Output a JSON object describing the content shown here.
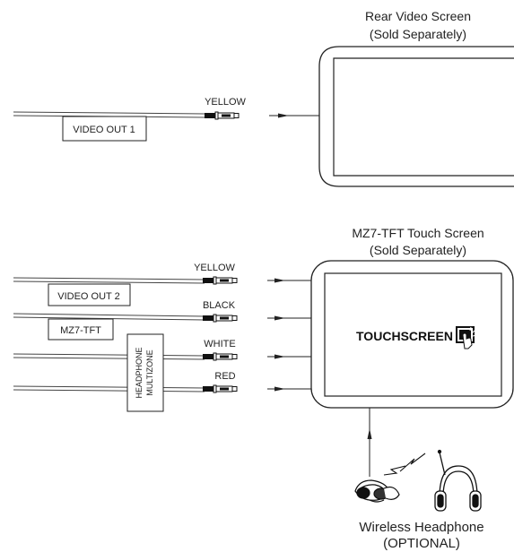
{
  "rear_screen": {
    "title_line1": "Rear Video Screen",
    "title_line2": "(Sold Separately)"
  },
  "video_out_1": {
    "box_label": "VIDEO OUT 1",
    "wire_label": "YELLOW"
  },
  "touch_screen": {
    "title_line1": "MZ7-TFT Touch Screen",
    "title_line2": "(Sold Separately)",
    "logo_text": "TOUCHSCREEN"
  },
  "boxes": {
    "video_out_2": "VIDEO OUT 2",
    "mz7_tft": "MZ7-TFT",
    "headphone_line1": "HEADPHONE",
    "headphone_line2": "MULTIZONE"
  },
  "wires": {
    "yellow": "YELLOW",
    "black": "BLACK",
    "white": "WHITE",
    "red": "RED"
  },
  "headphone": {
    "title_line1": "Wireless Headphone",
    "title_line2": "(OPTIONAL)"
  }
}
